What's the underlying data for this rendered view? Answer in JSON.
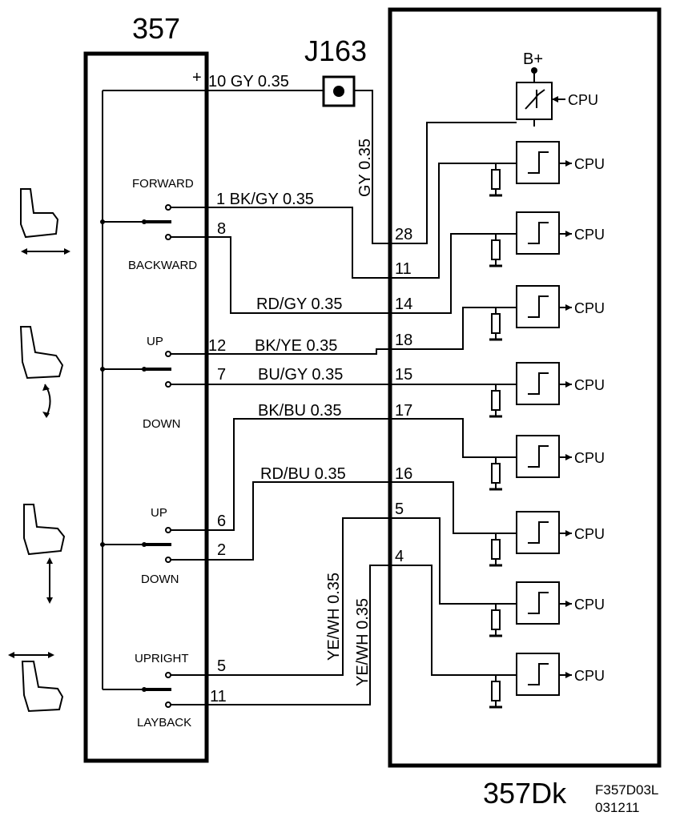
{
  "components": {
    "switch_unit": "357",
    "control_module": "357Dk",
    "connector": "J163",
    "figure_ref": "F357D03L",
    "figure_date": "031211"
  },
  "supply": {
    "plus_sign": "+",
    "b_plus": "B+"
  },
  "wires": {
    "gy_top": "10  GY  0.35",
    "gy_vertical": "GY  0.35",
    "w1": "1  BK/GY  0.35",
    "w8": "8",
    "w14": "RD/GY  0.35",
    "w12": "12",
    "w12_color": "BK/YE  0.35",
    "w7": "7",
    "w7_color": "BU/GY  0.35",
    "w17_color": "BK/BU  0.35",
    "w16_color": "RD/BU  0.35",
    "w6": "6",
    "w2": "2",
    "w5": "5",
    "w11": "11",
    "ye_wh_a": "YE/WH  0.35",
    "ye_wh_b": "YE/WH  0.35"
  },
  "pins": [
    "28",
    "11",
    "14",
    "18",
    "15",
    "17",
    "16",
    "5",
    "4"
  ],
  "switch_labels": {
    "forward": "FORWARD",
    "backward": "BACKWARD",
    "up1": "UP",
    "down1": "DOWN",
    "up2": "UP",
    "down2": "DOWN",
    "upright": "UPRIGHT",
    "layback": "LAYBACK"
  },
  "cpu_label": "CPU",
  "icons": [
    "seat-forward-backward-icon",
    "seat-tilt-icon",
    "seat-height-icon",
    "seat-backrest-icon"
  ]
}
